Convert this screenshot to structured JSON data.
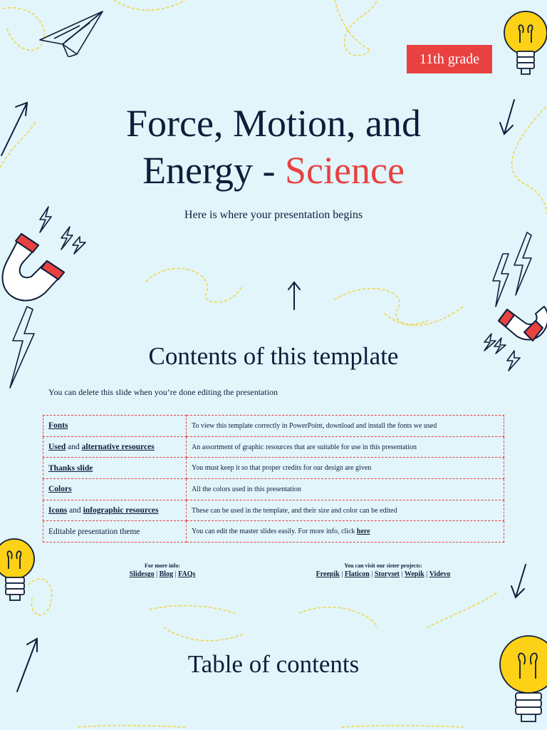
{
  "slide1": {
    "badge": "11th grade",
    "title_line1": "Force, Motion, and",
    "title_line2_prefix": "Energy - ",
    "title_accent": "Science",
    "subtitle": "Here is where your presentation begins"
  },
  "slide2": {
    "title": "Contents of this template",
    "note": "You can delete this slide when you’re done editing the presentation",
    "rows": [
      {
        "name": "Fonts",
        "desc": "To view this template correctly in PowerPoint, download and install the fonts we used"
      },
      {
        "name_a": "Used",
        "name_mid": " and ",
        "name_b": "alternative resources",
        "desc": "An assortment of graphic resources that are suitable for use in this presentation"
      },
      {
        "name": "Thanks slide",
        "desc": "You must keep it so that proper credits for our design are given"
      },
      {
        "name": "Colors",
        "desc": "All the colors used in this presentation"
      },
      {
        "name_a": "Icons",
        "name_mid": " and ",
        "name_b": "infographic resources",
        "desc": "These can be used in the template, and their size and color can be edited"
      },
      {
        "name": "Editable presentation theme",
        "desc_prefix": "You can edit the master slides easily. For more info, click ",
        "desc_link": "here"
      }
    ],
    "more_info": {
      "heading": "For more info:",
      "links": [
        "Slidesgo",
        "Blog",
        "FAQs"
      ],
      "sep": " | "
    },
    "sister": {
      "heading": "You can visit our sister projects:",
      "links": [
        "Freepik",
        "Flaticon",
        "Storyset",
        "Wepik",
        "Videvo"
      ],
      "sep": " | "
    }
  },
  "slide3": {
    "title": "Table of contents"
  },
  "colors": {
    "background": "#e1f5fb",
    "text": "#0f1d3a",
    "accent": "#e8413f",
    "bulb": "#fcd116",
    "dotted": "#f2d64b"
  },
  "decor": {
    "icons": [
      "paper-plane-icon",
      "lightbulb-icon",
      "arrow-icon",
      "magnet-icon",
      "lightning-icon"
    ]
  }
}
